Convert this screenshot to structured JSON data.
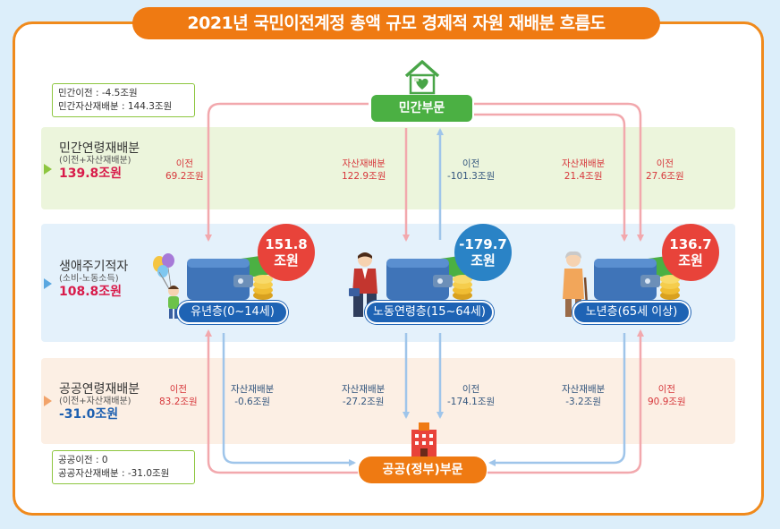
{
  "title": "2021년 국민이전계정 총액 규모 경제적 자원 재배분 흐름도",
  "nodes": {
    "private": "민간부문",
    "public": "공공(정부)부문"
  },
  "bands": {
    "private_age": {
      "title": "민간연령재배분",
      "sub": "(이전+자산재배분)",
      "value": "139.8조원"
    },
    "lifecycle": {
      "title": "생애주기적자",
      "sub": "(소비-노동소득)",
      "value": "108.8조원"
    },
    "public_age": {
      "title": "공공연령재배분",
      "sub": "(이전+자산재배분)",
      "value": "-31.0조원"
    }
  },
  "info": {
    "private": [
      "민간이전 : -4.5조원",
      "민간자산재배분 : 144.3조원"
    ],
    "public": [
      "공공이전 : 0",
      "공공자산재배분 : -31.0조원"
    ]
  },
  "groups": {
    "youth": {
      "label": "유년층(0~14세)",
      "value": "151.8",
      "unit": "조원"
    },
    "working": {
      "label": "노동연령층(15~64세)",
      "value": "-179.7",
      "unit": "조원"
    },
    "elderly": {
      "label": "노년층(65세 이상)",
      "value": "136.7",
      "unit": "조원"
    }
  },
  "flows": {
    "top": [
      {
        "name": "이전",
        "value": "69.2조원"
      },
      {
        "name": "자산재배분",
        "value": "122.9조원"
      },
      {
        "name": "이전",
        "value": "-101.3조원"
      },
      {
        "name": "자산재배분",
        "value": "21.4조원"
      },
      {
        "name": "이전",
        "value": "27.6조원"
      }
    ],
    "bottom": [
      {
        "name": "이전",
        "value": "83.2조원"
      },
      {
        "name": "자산재배분",
        "value": "-0.6조원"
      },
      {
        "name": "자산재배분",
        "value": "-27.2조원"
      },
      {
        "name": "이전",
        "value": "-174.1조원"
      },
      {
        "name": "자산재배분",
        "value": "-3.2조원"
      },
      {
        "name": "이전",
        "value": "90.9조원"
      }
    ]
  },
  "colors": {
    "frame": "#f08a1c",
    "title_bg": "#ef7a12",
    "private_node": "#4bb043",
    "public_node": "#ef7a12",
    "positive_flow": "#f2a8ad",
    "negative_flow": "#9fc5ea",
    "value_positive": "#d81b4a",
    "value_negative": "#1d5fb0",
    "bubble_red": "#e8433a",
    "bubble_blue": "#2a83c6",
    "pill": "#1e63b4"
  },
  "icons": [
    "house-icon",
    "government-building-icon",
    "wallet-icon",
    "coin-stack-icon",
    "money-bill-icon",
    "child-balloon-icon",
    "worker-icon",
    "elderly-icon"
  ]
}
